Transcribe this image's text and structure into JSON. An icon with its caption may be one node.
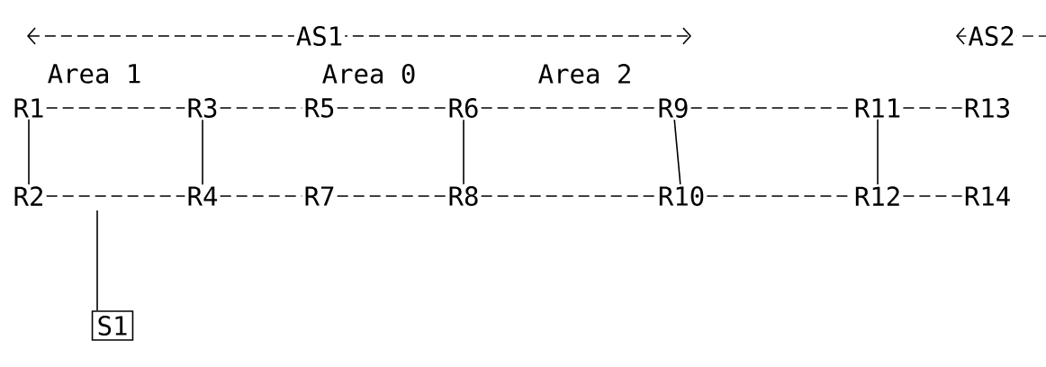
{
  "diagram": {
    "nodes": [
      {
        "text": [
          "R1"
        ]
      },
      {
        "text": [
          "R3"
        ]
      },
      {
        "text": [
          "R5"
        ]
      },
      {
        "text": [
          "R6"
        ]
      },
      {
        "text": [
          "R9"
        ]
      },
      {
        "text": [
          "R11"
        ]
      },
      {
        "text": [
          "R13"
        ]
      },
      {
        "text": [
          "R2"
        ]
      },
      {
        "text": [
          "R4"
        ]
      },
      {
        "text": [
          "R7"
        ]
      },
      {
        "text": [
          "R8"
        ]
      },
      {
        "text": [
          "R10"
        ]
      },
      {
        "text": [
          "R12"
        ]
      },
      {
        "text": [
          "R14"
        ]
      },
      {
        "text": [
          "S1"
        ]
      }
    ],
    "edges": [
      {
        "from": 0,
        "to": 1,
        "arrow": "none",
        "style": "dashed"
      },
      {
        "from": 1,
        "to": 2,
        "arrow": "none",
        "style": "dashed"
      },
      {
        "from": 2,
        "to": 3,
        "arrow": "none",
        "style": "dashed"
      },
      {
        "from": 3,
        "to": 4,
        "arrow": "none",
        "style": "dashed"
      },
      {
        "from": 4,
        "to": 5,
        "arrow": "none",
        "style": "dashed"
      },
      {
        "from": 5,
        "to": 6,
        "arrow": "none",
        "style": "dashed"
      },
      {
        "from": 0,
        "to": 7,
        "arrow": "none"
      },
      {
        "from": 1,
        "to": 8,
        "arrow": "none"
      },
      {
        "from": 3,
        "to": 10,
        "arrow": "none"
      },
      {
        "from": 4,
        "to": 11,
        "arrow": "none"
      },
      {
        "from": 5,
        "to": 12,
        "arrow": "none"
      },
      {
        "from": 7,
        "to": 8,
        "arrow": "none",
        "style": "dashed"
      },
      {
        "from": 8,
        "to": 9,
        "arrow": "none",
        "style": "dashed"
      },
      {
        "from": 9,
        "to": 10,
        "arrow": "none",
        "style": "dashed"
      },
      {
        "from": 10,
        "to": 11,
        "arrow": "none",
        "style": "dashed"
      },
      {
        "from": 11,
        "to": 12,
        "arrow": "none",
        "style": "dashed"
      },
      {
        "from": 12,
        "to": 13,
        "arrow": "none",
        "style": "dashed"
      },
      {
        "from": null,
        "to": 14,
        "arrow": "none"
      }
    ],
    "labels": [
      "AS1",
      "AS2",
      "Area 1",
      "Area 0",
      "Area 2"
    ]
  }
}
